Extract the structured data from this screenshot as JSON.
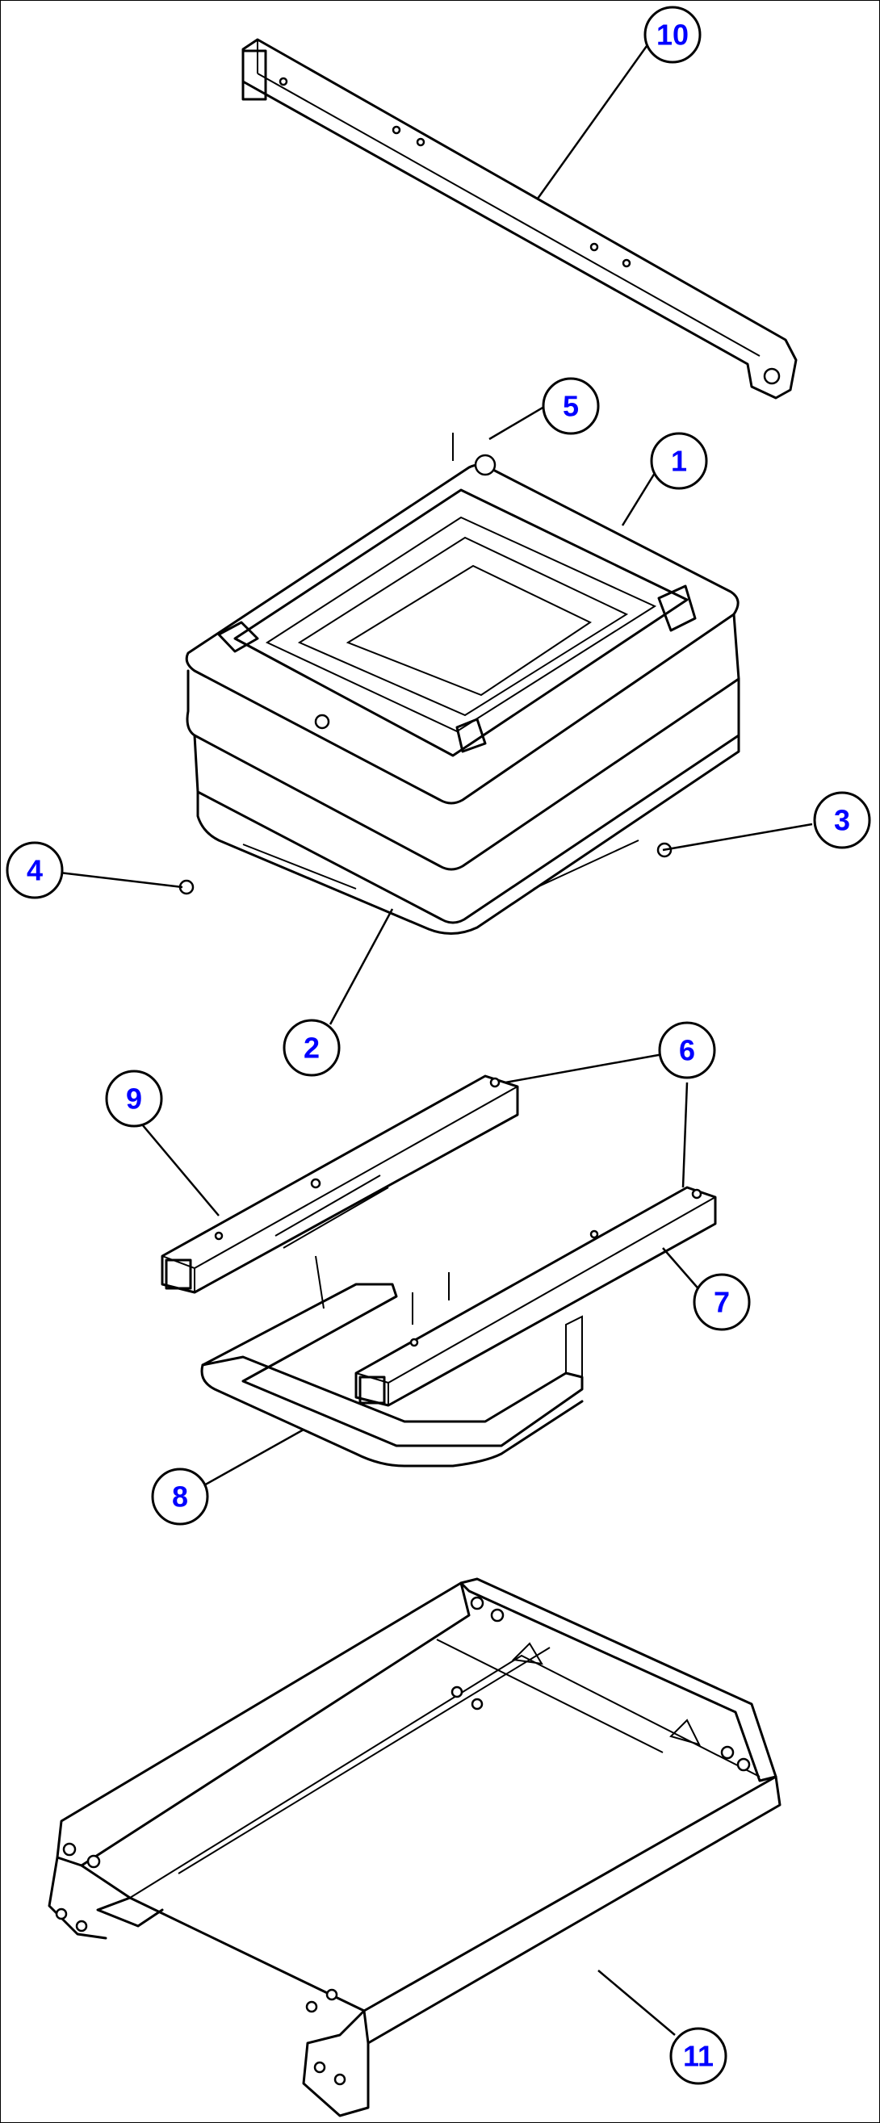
{
  "colors": {
    "callout_text": "#0000ff",
    "line": "#000000",
    "background": "#ffffff"
  },
  "callouts": {
    "c1": "1",
    "c2": "2",
    "c3": "3",
    "c4": "4",
    "c5": "5",
    "c6": "6",
    "c7": "7",
    "c8": "8",
    "c9": "9",
    "c10": "10",
    "c11": "11"
  }
}
